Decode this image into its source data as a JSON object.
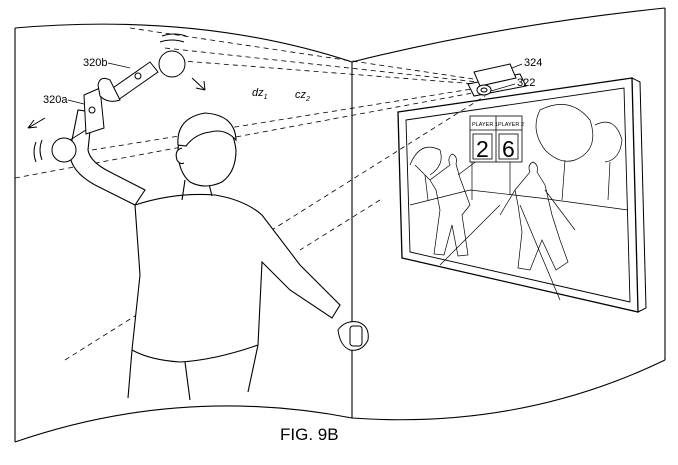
{
  "figure": {
    "caption": "FIG. 9B",
    "labels": {
      "controller_upper": "320b",
      "controller_lower": "320a",
      "camera": "324",
      "camera_lens": "322",
      "distance_1": "dz",
      "distance_1_sub": "1",
      "distance_2": "cz",
      "distance_2_sub": "2"
    },
    "scoreboard": {
      "player1_label": "PLAYER 1",
      "player2_label": "PLAYER 2",
      "player1_score": "2",
      "player2_score": "6"
    }
  }
}
